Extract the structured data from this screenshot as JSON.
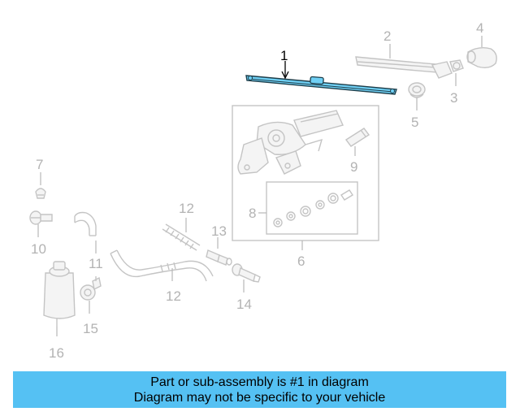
{
  "diagram": {
    "callouts": {
      "c1": "1",
      "c2": "2",
      "c3": "3",
      "c4": "4",
      "c5": "5",
      "c6": "6",
      "c7": "7",
      "c8": "8",
      "c9": "9",
      "c10": "10",
      "c11": "11",
      "c12a": "12",
      "c12b": "12",
      "c13": "13",
      "c14": "14",
      "c15": "15",
      "c16": "16"
    },
    "highlight_color": "#55c1f3",
    "part_color": "#c4c4c4"
  },
  "banner": {
    "line1": "Part or sub-assembly is #1 in diagram",
    "line2": "Diagram may not be specific to your vehicle",
    "color": "#55c1f3"
  }
}
